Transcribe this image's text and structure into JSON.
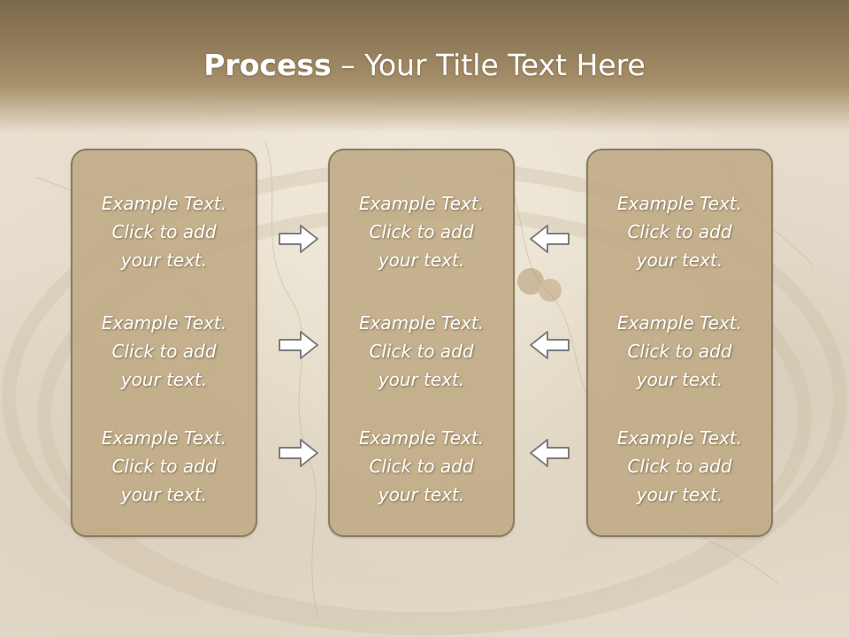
{
  "title": {
    "bold": "Process",
    "rest": " – Your Title Text Here"
  },
  "columns": [
    {
      "items": [
        {
          "line1": "Example Text.",
          "line2": "Click  to add",
          "line3": "your text."
        },
        {
          "line1": "Example Text.",
          "line2": "Click  to add",
          "line3": "your text."
        },
        {
          "line1": "Example Text.",
          "line2": "Click  to add",
          "line3": "your text."
        }
      ]
    },
    {
      "items": [
        {
          "line1": "Example Text.",
          "line2": "Click  to add",
          "line3": "your text."
        },
        {
          "line1": "Example Text.",
          "line2": "Click  to add",
          "line3": "your text."
        },
        {
          "line1": "Example Text.",
          "line2": "Click  to add",
          "line3": "your text."
        }
      ]
    },
    {
      "items": [
        {
          "line1": "Example Text.",
          "line2": "Click  to add",
          "line3": "your text."
        },
        {
          "line1": "Example Text.",
          "line2": "Click  to add",
          "line3": "your text."
        },
        {
          "line1": "Example Text.",
          "line2": "Click  to add",
          "line3": "your text."
        }
      ]
    }
  ],
  "arrows": {
    "left_group": "arrow-right-icon",
    "right_group": "arrow-left-icon"
  },
  "colors": {
    "title_band": "#8e7a58",
    "box_fill": "#bfaa84",
    "box_border": "#8a7b64",
    "text": "#ffffff"
  }
}
